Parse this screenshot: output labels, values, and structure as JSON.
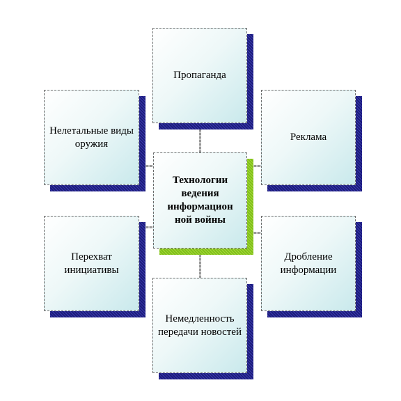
{
  "diagram": {
    "center": {
      "label": "Технологии ведения информацион ной войны"
    },
    "nodes": [
      {
        "id": "propaganda",
        "label": "Пропаганда"
      },
      {
        "id": "advertising",
        "label": "Реклама"
      },
      {
        "id": "fragmentation",
        "label": "Дробление информации"
      },
      {
        "id": "immediacy",
        "label": "Немедленность передачи новостей"
      },
      {
        "id": "initiative",
        "label": "Перехват инициативы"
      },
      {
        "id": "nonlethal",
        "label": "Нелетальные виды оружия"
      }
    ]
  }
}
